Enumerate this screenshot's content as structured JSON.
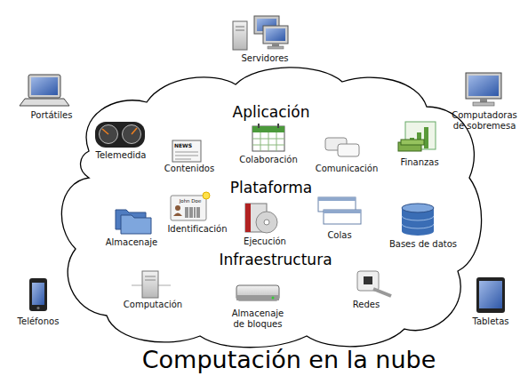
{
  "diagram": {
    "title": "Computación en la nube",
    "nodes": [
      {
        "text": [
          "Aplicación",
          "Plataforma",
          "Infraestructura"
        ]
      }
    ],
    "labels": [
      "Servidores",
      "Portátiles",
      "Computadoras de sobremesa",
      "Teléfonos",
      "Tabletas",
      "Telemedida",
      "NEWS",
      "Contenidos",
      "Colaboración",
      "Comunicación",
      "Finanzas",
      "John Doe",
      "Identificación",
      "Almacenaje",
      "Ejecución",
      "Colas",
      "Bases de datos",
      "Computación",
      "Almacenaje de bloques",
      "Redes"
    ]
  }
}
